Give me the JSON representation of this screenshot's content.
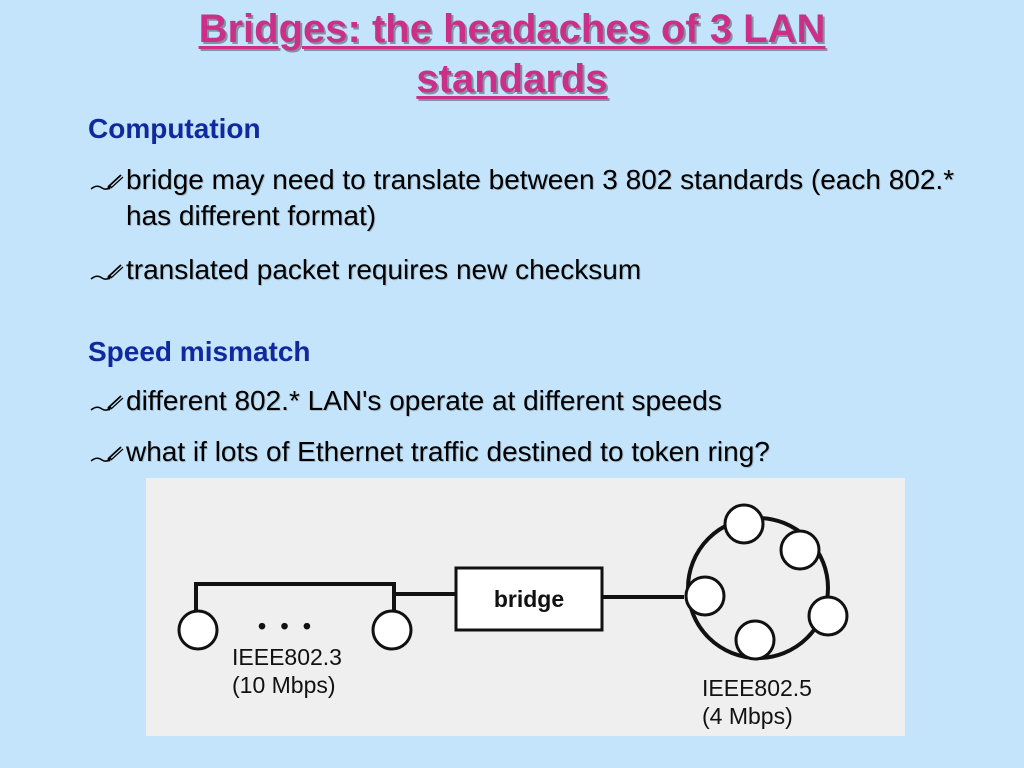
{
  "title": {
    "line1": "Bridges: the headaches of 3 LAN",
    "line2": "standards"
  },
  "sections": [
    {
      "heading": "Computation",
      "bullets": [
        "bridge may need to translate between 3 802 standards (each 802.* has different format)",
        "translated packet requires new checksum"
      ]
    },
    {
      "heading": "Speed mismatch",
      "bullets": [
        "different 802.* LAN's operate at different speeds",
        "what if lots of Ethernet traffic destined to token ring?"
      ]
    }
  ],
  "figure": {
    "bridge_label": "bridge",
    "ellipsis": "• • •",
    "lan1": {
      "name": "IEEE802.3",
      "speed": "(10 Mbps)"
    },
    "lan2": {
      "name": "IEEE802.5",
      "speed": "(4 Mbps)"
    }
  },
  "colors": {
    "background": "#c4e4fb",
    "title": "#cc2f88",
    "heading": "#102a9e",
    "body_text": "#000000",
    "figure_background": "#efefef"
  },
  "icons": {
    "bullet": "pen-writing-icon"
  }
}
